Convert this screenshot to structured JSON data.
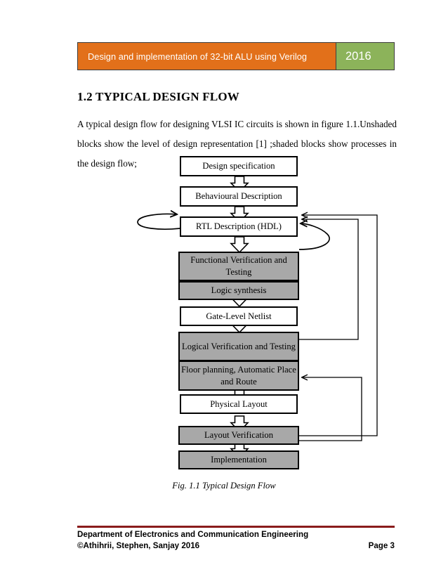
{
  "header": {
    "title": "Design and implementation of 32-bit ALU using Verilog",
    "year": "2016",
    "title_bg": "#e2701a",
    "year_bg": "#8cb35a"
  },
  "section": {
    "heading": "1.2 TYPICAL DESIGN FLOW",
    "paragraph": "A typical design flow for designing VLSI IC circuits is shown in figure 1.1.Unshaded blocks show the level of design representation [1] ;shaded blocks show processes in the design flow;"
  },
  "figure": {
    "caption": "Fig. 1.1 Typical Design Flow",
    "shaded_fill": "#a8a8a8",
    "unshaded_fill": "#ffffff",
    "border_color": "#000000",
    "nodes": [
      {
        "id": "design-specification",
        "label": "Design specification",
        "shaded": false
      },
      {
        "id": "behavioural-description",
        "label": "Behavioural Description",
        "shaded": false
      },
      {
        "id": "rtl-description",
        "label": "RTL Description (HDL)",
        "shaded": false
      },
      {
        "id": "functional-verification",
        "label": "Functional Verification and Testing",
        "shaded": true
      },
      {
        "id": "logic-synthesis",
        "label": "Logic synthesis",
        "shaded": true
      },
      {
        "id": "gate-level-netlist",
        "label": "Gate-Level Netlist",
        "shaded": false
      },
      {
        "id": "logical-verification",
        "label": "Logical Verification and Testing",
        "shaded": true
      },
      {
        "id": "floor-planning",
        "label": "Floor planning, Automatic Place and Route",
        "shaded": true
      },
      {
        "id": "physical-layout",
        "label": "Physical Layout",
        "shaded": false
      },
      {
        "id": "layout-verification",
        "label": "Layout Verification",
        "shaded": true
      },
      {
        "id": "implementation",
        "label": "Implementation",
        "shaded": true
      }
    ]
  },
  "footer": {
    "department": "Department of Electronics and Communication Engineering",
    "copyright": "©Athihrii, Stephen, Sanjay 2016",
    "page": "Page 3",
    "rule_color": "#8a1c1c"
  }
}
